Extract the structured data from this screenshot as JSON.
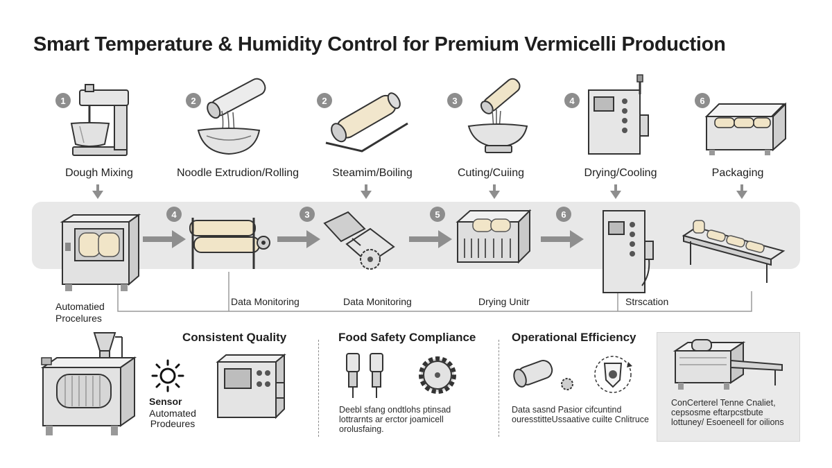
{
  "title": "Smart Temperature & Humidity Control for Premium Vermicelli Production",
  "steps": [
    {
      "num": "1",
      "label": "Dough Mixing"
    },
    {
      "num": "2",
      "label": "Noodle Extrudion/Rolling"
    },
    {
      "num": "2",
      "label": "Steamim/Boiling"
    },
    {
      "num": "3",
      "label": "Cuting/Cuiing"
    },
    {
      "num": "4",
      "label": "Drying/Cooling"
    },
    {
      "num": "6",
      "label": "Packaging"
    }
  ],
  "band_numbers": [
    "4",
    "3",
    "5",
    "6"
  ],
  "bottom_labels": {
    "automated": "Automatied Procelures",
    "data1": "Data Monitoring",
    "data2": "Data Monitoring",
    "drying": "Drying Unitr",
    "station": "Strscation"
  },
  "sections": {
    "quality_title": "Consistent Quality",
    "sensor_label": "Sensor",
    "automated_label": "Automated Prodeures",
    "safety_title": "Food Safety Compliance",
    "safety_desc": "Deebl sfang ondtlohs ptinsad lottrarnts ar erctor joamicell orolusfaing.",
    "efficiency_title": "Operational Efficiency",
    "efficiency_desc": "Data sasnd Pasior cifcuntind ouresstitteUssaative cuilte Cnlitruce",
    "callout_desc": "ConCerterel Tenne Cnaliet, cepsosme eftarpcstbute lottuney/ Esoeneell for oilions"
  },
  "colors": {
    "band": "#e8e8e8",
    "arrow": "#8e8e8e",
    "badge": "#8d8d8d"
  }
}
